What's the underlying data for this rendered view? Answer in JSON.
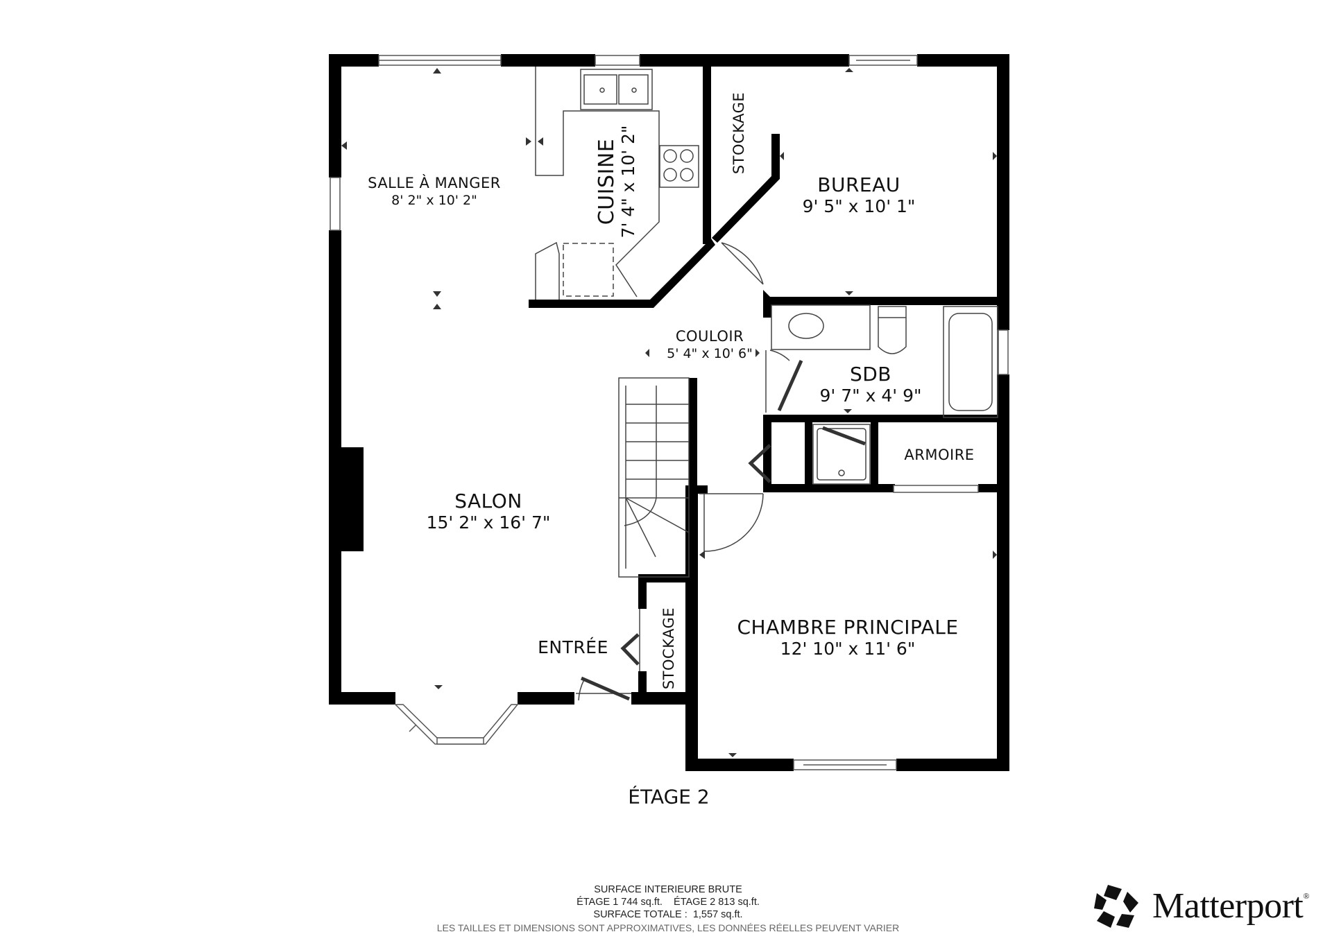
{
  "floor": {
    "title": "ÉTAGE 2"
  },
  "rooms": {
    "salle_a_manger": {
      "name": "SALLE À MANGER",
      "dims": "8' 2\" x 10' 2\""
    },
    "cuisine": {
      "name": "CUISINE",
      "dims": "7' 4\" x 10' 2\""
    },
    "stockage_top": {
      "name": "STOCKAGE"
    },
    "bureau": {
      "name": "BUREAU",
      "dims": "9' 5\" x 10' 1\""
    },
    "couloir": {
      "name": "COULOIR",
      "dims": "5' 4\" x 10' 6\""
    },
    "sdb": {
      "name": "SDB",
      "dims": "9' 7\" x 4' 9\""
    },
    "armoire": {
      "name": "ARMOIRE"
    },
    "salon": {
      "name": "SALON",
      "dims": "15' 2\" x 16' 7\""
    },
    "entree": {
      "name": "ENTRÉE"
    },
    "stockage_bottom": {
      "name": "STOCKAGE"
    },
    "chambre_principale": {
      "name": "CHAMBRE PRINCIPALE",
      "dims": "12' 10\" x 11' 6\""
    }
  },
  "footer": {
    "line1": "SURFACE INTERIEURE BRUTE",
    "line2": "ÉTAGE 1 744 sq.ft.    ÉTAGE 2 813 sq.ft.",
    "line3": "SURFACE TOTALE :  1,557 sq.ft.",
    "disclaimer": "LES TAILLES ET DIMENSIONS SONT APPROXIMATIVES, LES DONNÉES RÉELLES PEUVENT VARIER"
  },
  "brand": {
    "name": "Matterport",
    "registered": "®",
    "icon": "matterport-logo-icon"
  },
  "colors": {
    "wall": "#000000",
    "fixture_line": "#555555",
    "background": "#ffffff"
  }
}
